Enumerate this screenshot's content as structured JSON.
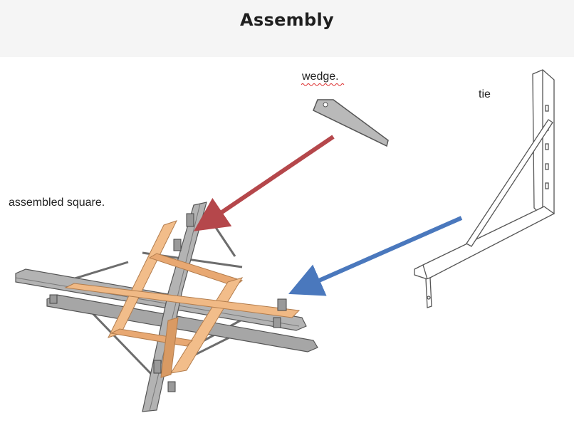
{
  "header": {
    "title": "Assembly"
  },
  "labels": {
    "wedge": "wedge.",
    "tie": "tie",
    "assembled_square": "assembled square."
  },
  "colors": {
    "wedge_arrow": "#b5474b",
    "tie_arrow": "#4a78bd",
    "wood": "#f0b985",
    "wood_dark": "#d99a63",
    "steel": "#a9a9a9",
    "steel_dark": "#6b6b6b"
  }
}
